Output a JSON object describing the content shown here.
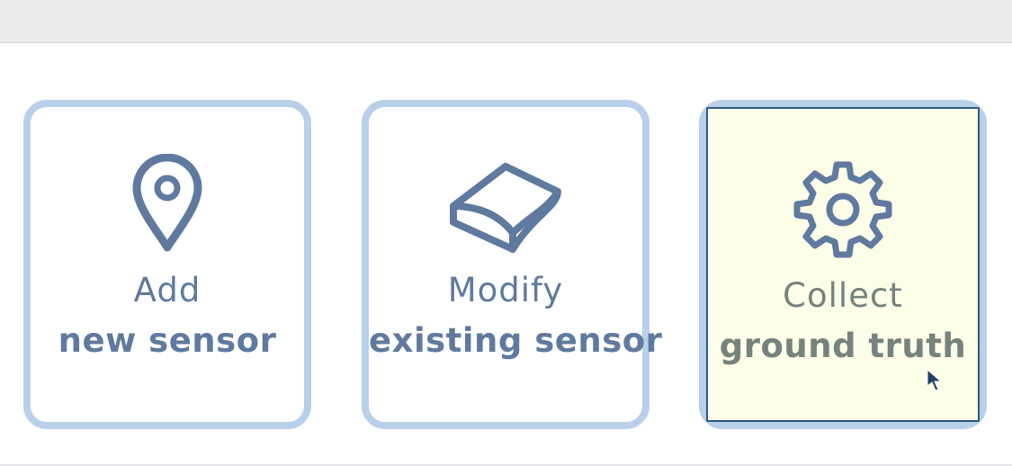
{
  "cards": [
    {
      "line1": "Add",
      "line2": "new sensor",
      "icon": "location-pin-icon"
    },
    {
      "line1": "Modify",
      "line2": "existing sensor",
      "icon": "sensor-box-icon"
    },
    {
      "line1": "Collect",
      "line2": "ground truth",
      "icon": "gear-icon"
    }
  ],
  "colors": {
    "card_border": "#b9d0ea",
    "icon_blue": "#5f7a9e",
    "selected_background": "#fdfee8",
    "selected_border": "#2c5a7f",
    "selected_text": "#76827d"
  }
}
